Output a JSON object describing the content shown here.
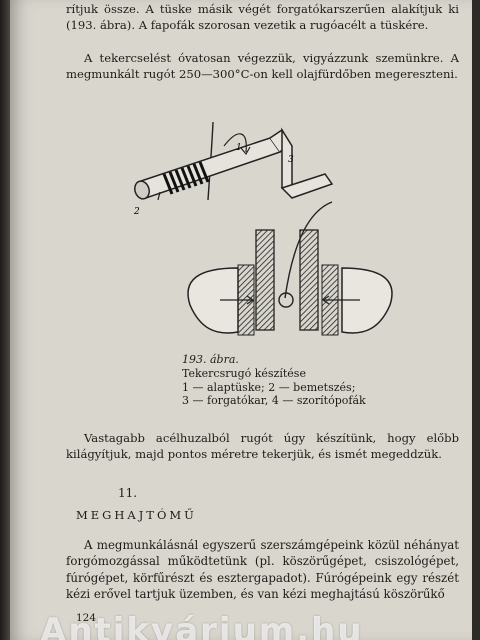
{
  "text": {
    "p1": "rítjuk össze. A tüske másik végét forgatókarszerűen alakítjuk ki (193. ábra). A fapofák szorosan vezetik a rugóacélt a tüskére.",
    "p2": "A tekercselést óvatosan végezzük, vigyázzunk szemünkre. A megmunkált rugót 250—300°C-on kell olajfürdőben megereszteni.",
    "p3": "Vastagabb acélhuzalból rugót úgy készítünk, hogy előbb kilágyítjuk, majd pontos méretre tekerjük, és ismét megeddzük.",
    "p4": "A megmunkálásnál egyszerű szerszámgépeink közül néhányat forgómozgással működtetünk (pl. köszörűgépet, csiszológépet, fúrógépet, körfűrészt és esztergapadot). Fúrógépeink egy részét kézi erővel tartjuk üzemben, és van kézi meghajtású köszörűkő"
  },
  "figure": {
    "labels": [
      "1",
      "2",
      "3"
    ],
    "caption": {
      "number": "193. ábra.",
      "title": "Tekercsrugó készítése",
      "line1": "1 — alaptüske; 2 — bemetszés;",
      "line2": "3 — forgatókar, 4 — szorítópofák"
    }
  },
  "section": {
    "number": "11.",
    "title": "MEGHAJTÓMŰ"
  },
  "page_number": "124",
  "watermark": "Antikvárium.hu"
}
